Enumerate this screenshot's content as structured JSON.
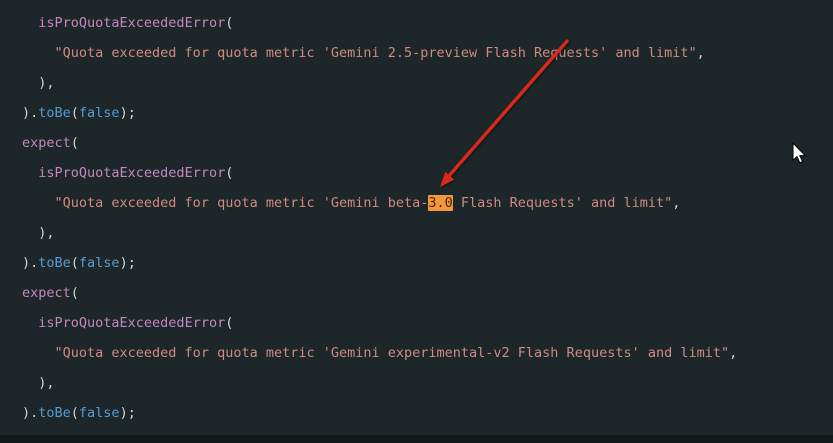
{
  "palette": {
    "bg": "#1d2628",
    "fg": "#d4d4d4",
    "purple": "#c586c0",
    "string": "#cf8a82",
    "blue": "#569cd6",
    "hl-bg": "#f2973d",
    "hl-fg": "#4a2500",
    "arrow": "#da291c",
    "edge": "#121a1b"
  },
  "editor": {
    "highlighted_match": "3.0",
    "lines": [
      {
        "tokens": [
          {
            "c": "plain",
            "t": "  "
          },
          {
            "c": "func",
            "t": "isProQuotaExceededError"
          },
          {
            "c": "plain",
            "t": "("
          }
        ]
      },
      {
        "tokens": [
          {
            "c": "plain",
            "t": "    "
          },
          {
            "c": "str",
            "t": "\"Quota exceeded for quota metric 'Gemini 2.5-preview Flash Requests' and limit\""
          },
          {
            "c": "plain",
            "t": ","
          }
        ]
      },
      {
        "tokens": [
          {
            "c": "plain",
            "t": "  ),"
          }
        ]
      },
      {
        "tokens": [
          {
            "c": "plain",
            "t": ")."
          },
          {
            "c": "meth",
            "t": "toBe"
          },
          {
            "c": "plain",
            "t": "("
          },
          {
            "c": "bool",
            "t": "false"
          },
          {
            "c": "plain",
            "t": ");"
          }
        ]
      },
      {
        "tokens": [
          {
            "c": "func",
            "t": "expect"
          },
          {
            "c": "plain",
            "t": "("
          }
        ]
      },
      {
        "tokens": [
          {
            "c": "plain",
            "t": "  "
          },
          {
            "c": "func",
            "t": "isProQuotaExceededError"
          },
          {
            "c": "plain",
            "t": "("
          }
        ]
      },
      {
        "tokens": [
          {
            "c": "plain",
            "t": "    "
          },
          {
            "c": "str",
            "t": "\"Quota exceeded for quota metric 'Gemini beta-"
          },
          {
            "c": "hl",
            "t": "3.0"
          },
          {
            "c": "str",
            "t": " Flash Requests' and limit\""
          },
          {
            "c": "plain",
            "t": ","
          }
        ]
      },
      {
        "tokens": [
          {
            "c": "plain",
            "t": "  ),"
          }
        ]
      },
      {
        "tokens": [
          {
            "c": "plain",
            "t": ")."
          },
          {
            "c": "meth",
            "t": "toBe"
          },
          {
            "c": "plain",
            "t": "("
          },
          {
            "c": "bool",
            "t": "false"
          },
          {
            "c": "plain",
            "t": ");"
          }
        ]
      },
      {
        "tokens": [
          {
            "c": "func",
            "t": "expect"
          },
          {
            "c": "plain",
            "t": "("
          }
        ]
      },
      {
        "tokens": [
          {
            "c": "plain",
            "t": "  "
          },
          {
            "c": "func",
            "t": "isProQuotaExceededError"
          },
          {
            "c": "plain",
            "t": "("
          }
        ]
      },
      {
        "tokens": [
          {
            "c": "plain",
            "t": "    "
          },
          {
            "c": "str",
            "t": "\"Quota exceeded for quota metric 'Gemini experimental-v2 Flash Requests' and limit\""
          },
          {
            "c": "plain",
            "t": ","
          }
        ]
      },
      {
        "tokens": [
          {
            "c": "plain",
            "t": "  ),"
          }
        ]
      },
      {
        "tokens": [
          {
            "c": "plain",
            "t": ")."
          },
          {
            "c": "meth",
            "t": "toBe"
          },
          {
            "c": "plain",
            "t": "("
          },
          {
            "c": "bool",
            "t": "false"
          },
          {
            "c": "plain",
            "t": ");"
          }
        ]
      }
    ]
  }
}
